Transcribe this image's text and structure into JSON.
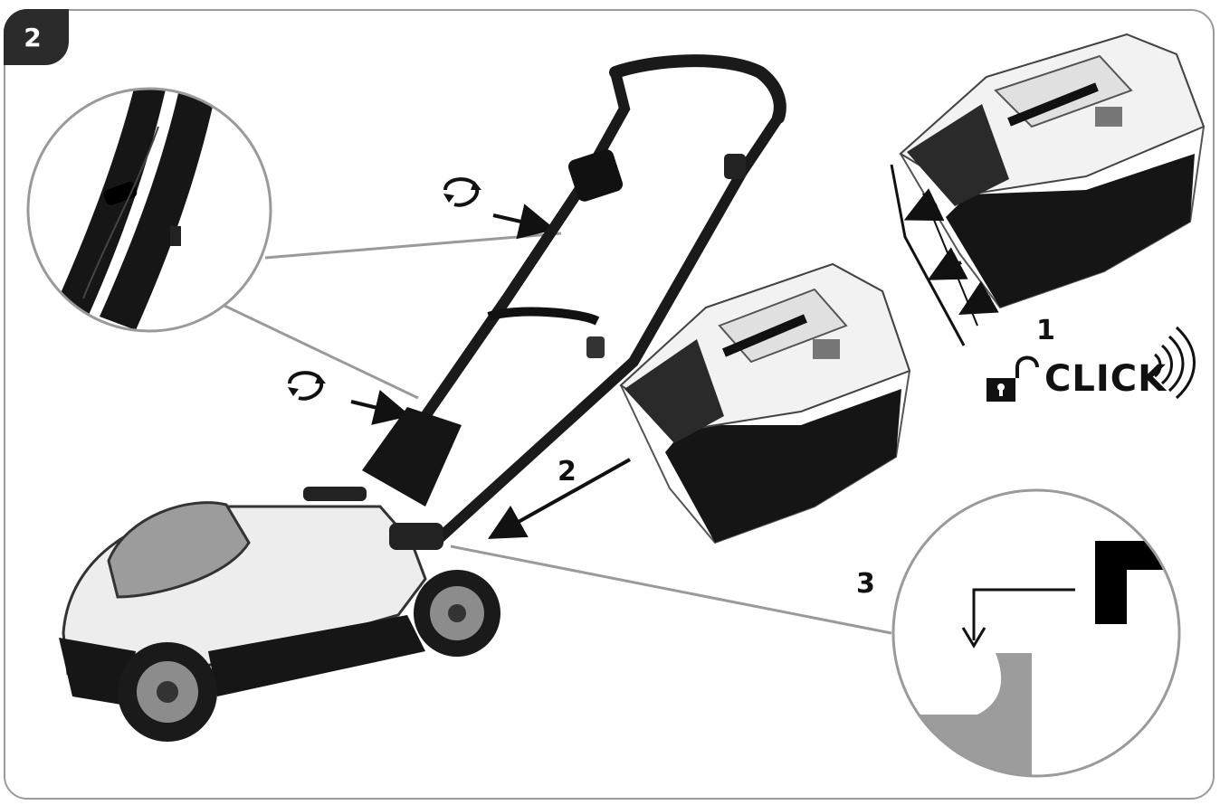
{
  "step": {
    "number": "2"
  },
  "labels": {
    "step1": "1",
    "step2": "2",
    "step3": "3",
    "click": "CLICK"
  },
  "icons": [
    "lock-icon",
    "sound-waves-icon",
    "rotate-icon",
    "arrow-icon"
  ],
  "colors": {
    "badge": "#2b2b2b",
    "frame": "#9a9a9a",
    "grey": "#9c9c9c",
    "dark": "#151515"
  }
}
